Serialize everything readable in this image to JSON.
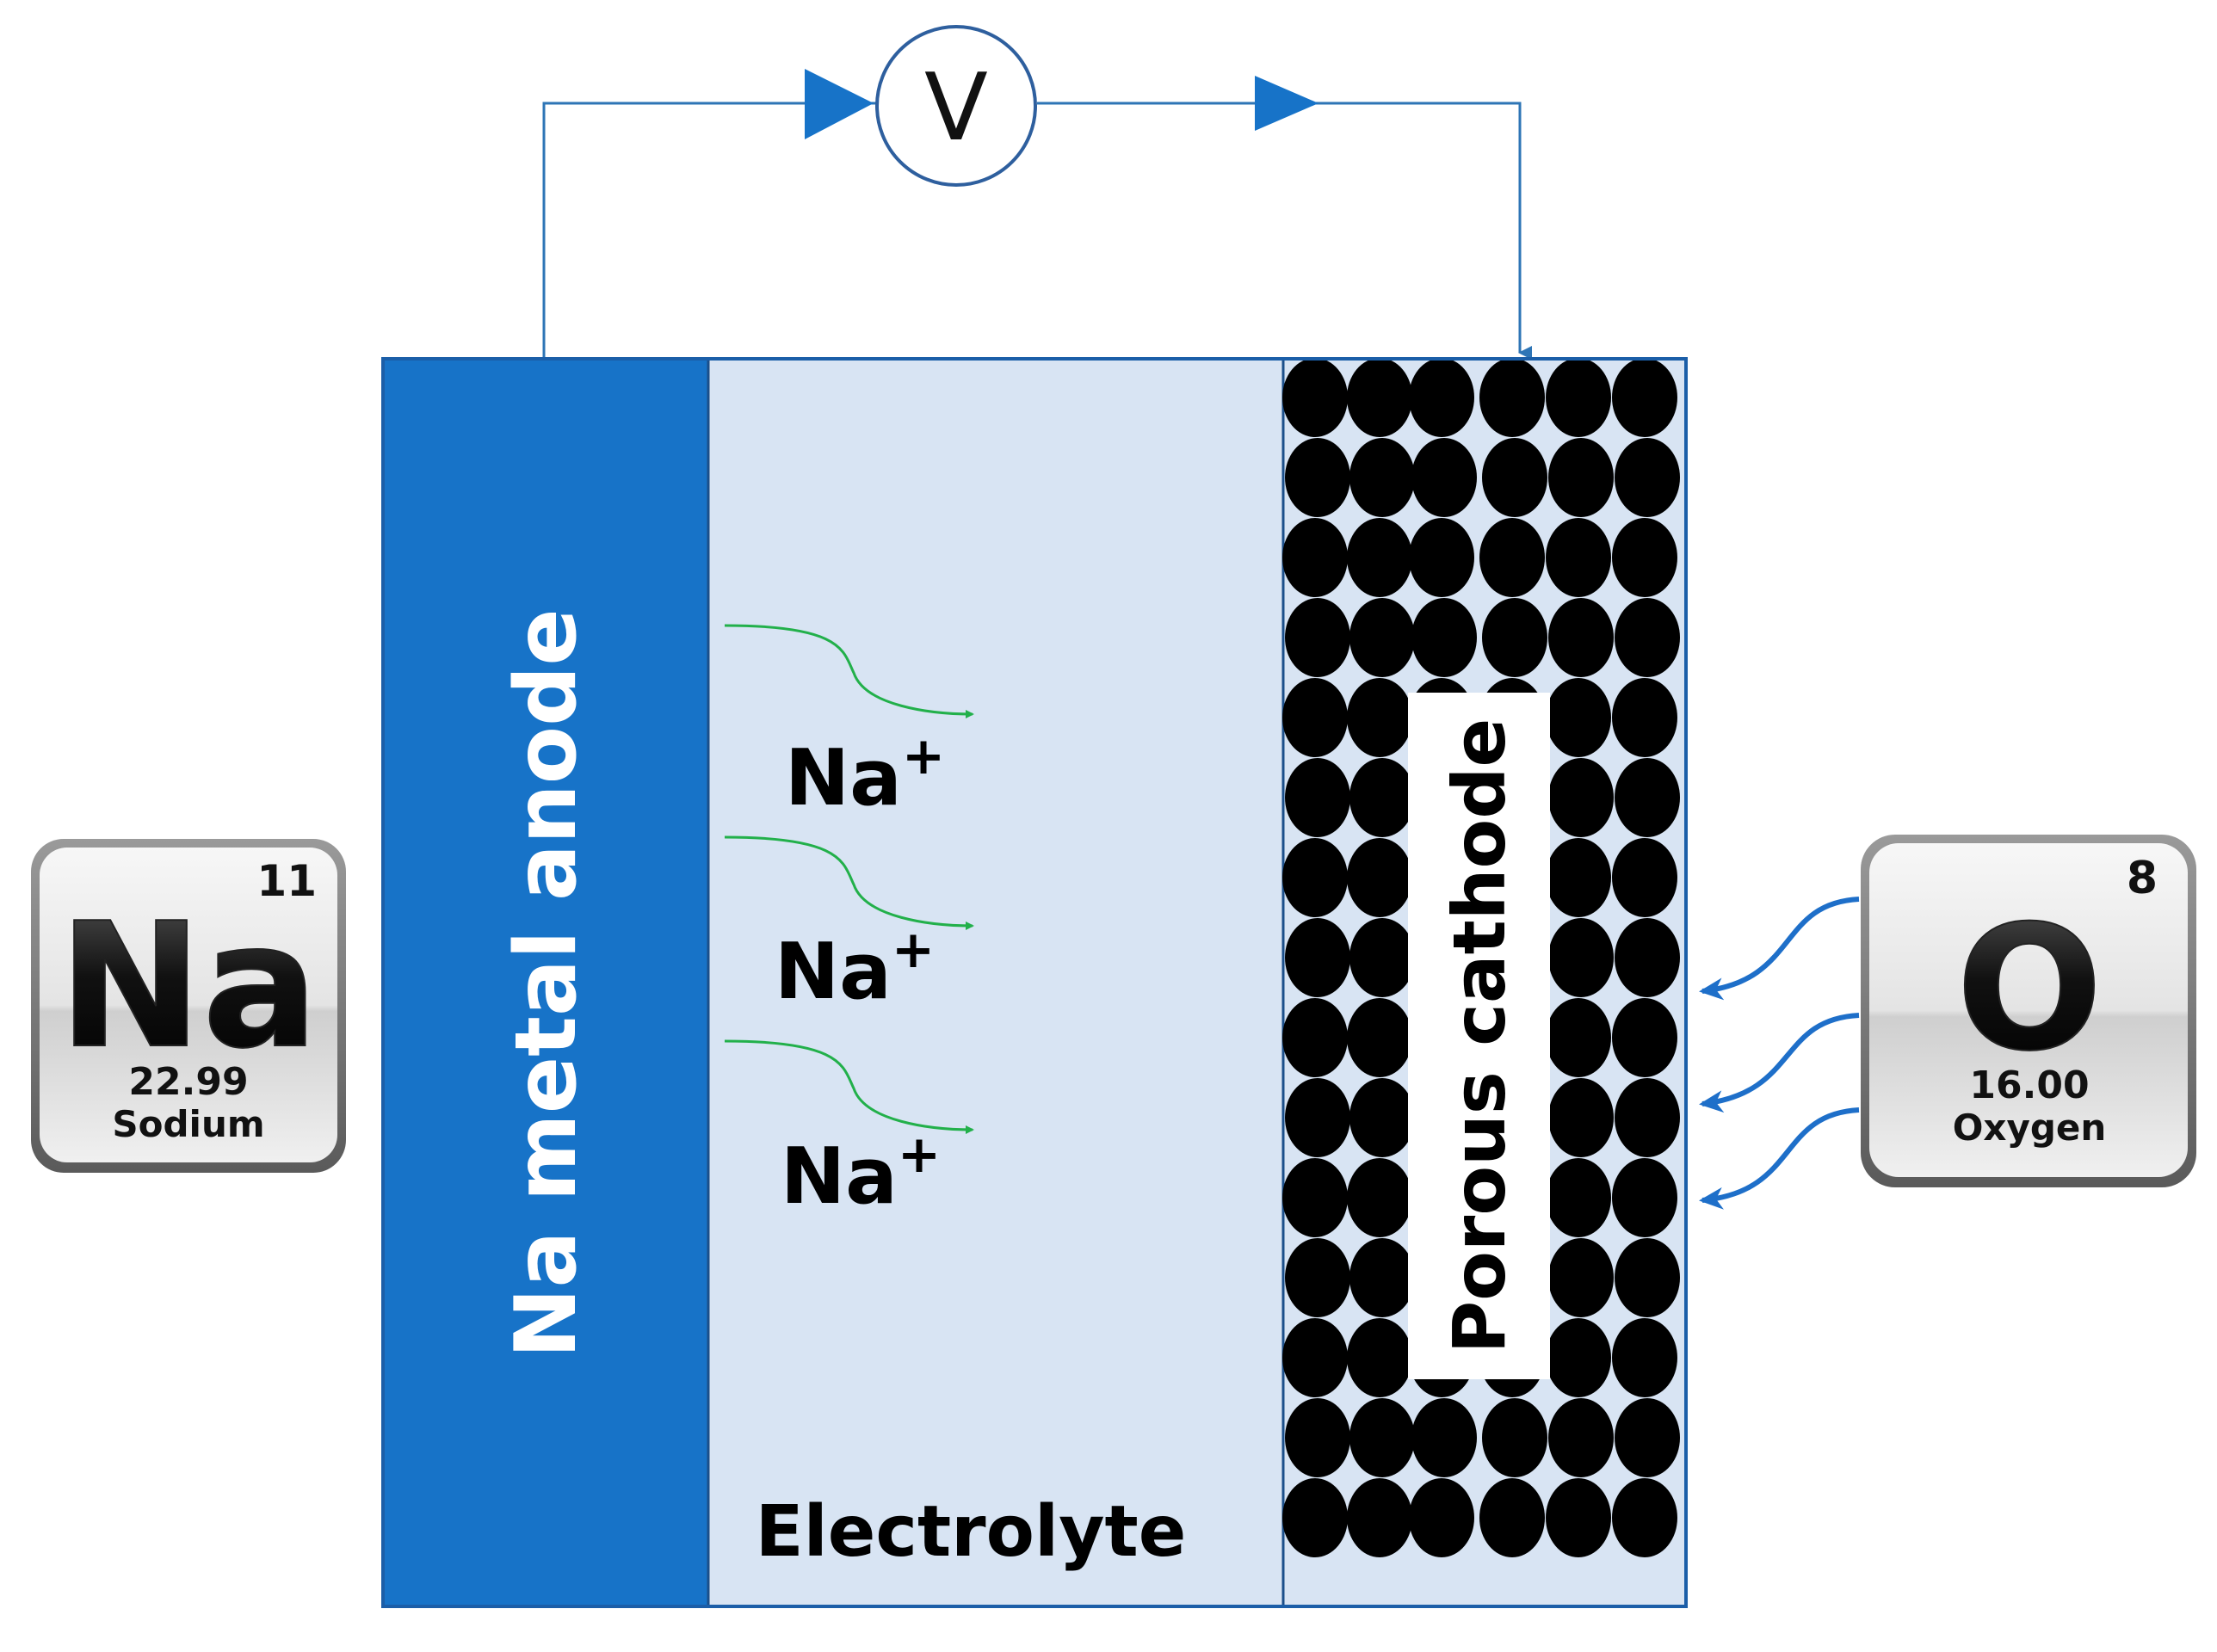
{
  "diagram": {
    "voltmeter_symbol": "V",
    "anode_label": "Na metal anode",
    "electrolyte_label": "Electrolyte",
    "cathode_label": "Porous cathode",
    "ion_base": "Na",
    "ion_charge": "+",
    "ion_count": 3,
    "colors": {
      "anode": "#1773C8",
      "electrolyte": "#D8E4F3",
      "cathode_particle": "#000000",
      "circuit_wire": "#2E75B6",
      "ion_arrow": "#22B04A",
      "oxygen_arrow": "#2E75B6"
    }
  },
  "elements": {
    "sodium": {
      "number": "11",
      "symbol": "Na",
      "mass": "22.99",
      "name": "Sodium"
    },
    "oxygen": {
      "number": "8",
      "symbol": "O",
      "mass": "16.00",
      "name": "Oxygen"
    }
  }
}
